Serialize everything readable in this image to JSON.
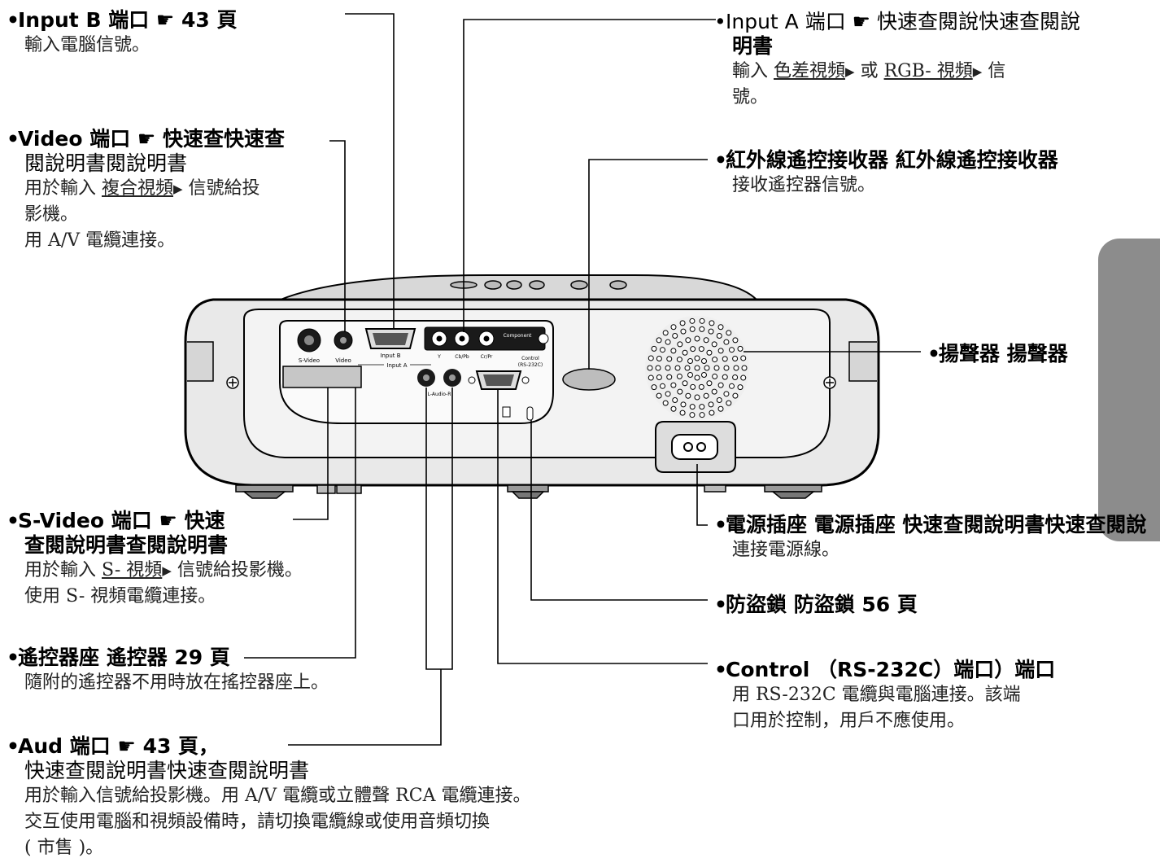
{
  "callouts": {
    "input_b": {
      "title": "Input B 端口 ☛ 43 頁",
      "lines": [
        "輸入電腦信號。"
      ]
    },
    "video": {
      "title_line1": "Video 端口 ☛ 快速查快速查",
      "title_line2": "閱說明書閱說明書",
      "line1_pre": "用於輸入 ",
      "line1_link": "複合視頻",
      "line1_post": " 信號給投",
      "line2": "影機。",
      "line3": "用 A/V 電纜連接。"
    },
    "s_video": {
      "title_line1": "S-Video 端口 ☛ 快速",
      "title_line2": "查閱說明書查閱說明書",
      "line1_pre": "用於輸入 ",
      "line1_link": "S- 視頻",
      "line1_post": " 信號給投影機。",
      "line2": "使用 S- 視頻電纜連接。"
    },
    "remote_holder": {
      "title": "遙控器座 遙控器 29 頁",
      "lines": [
        "隨附的遙控器不用時放在搖控器座上。"
      ]
    },
    "audio": {
      "title_line1": "Aud 端口 ☛ 43 頁，",
      "title_line2": "快速查閱說明書快速查閱說明書",
      "lines": [
        "用於輸入信號給投影機。用 A/V 電纜或立體聲 RCA 電纜連接。",
        "交互使用電腦和視頻設備時，請切換電纜線或使用音頻切換",
        "( 市售   )。"
      ]
    },
    "input_a": {
      "title_line1": "Input A 端口 ☛ 快速查閱說快速查閱說",
      "title_line2": "明書",
      "line1_pre": "輸入 ",
      "line1_link1": "色差視頻",
      "line1_mid": " 或 ",
      "line1_link2": "RGB- 視頻",
      "line1_post": " 信",
      "line2": "號。"
    },
    "ir_receiver": {
      "title": "紅外線遙控接收器 紅外線遙控接收器",
      "lines": [
        "接收遙控器信號。"
      ]
    },
    "speaker": {
      "title": "揚聲器 揚聲器"
    },
    "power_inlet": {
      "title": "電源插座 電源插座 快速查閱說明書快速查閱說",
      "lines": [
        "連接電源線。"
      ]
    },
    "security_lock": {
      "title": "防盜鎖 防盜鎖 56 頁"
    },
    "control": {
      "title": "Control （RS-232C）端口）端口",
      "lines": [
        "用 RS-232C 電纜與電腦連接。該端",
        "口用於控制，用戶不應使用。"
      ]
    },
    "bullet": "•",
    "link_arrow": "▶"
  },
  "panel_labels": {
    "s_video": "S-Video",
    "video": "Video",
    "input_b": "Input B",
    "input_a": "Input A",
    "component": "Component",
    "y": "Y",
    "cb_pb": "Cb/Pb",
    "cr_pr": "Cr/Pr",
    "control": "Control",
    "rs232c": "(RS-232C)",
    "l_audio_r": "L-Audio-R"
  },
  "colors": {
    "ink": "#111111",
    "body_fill": "#e9e9e9",
    "body_dark": "#cfcfcf",
    "panel": "#f6f6f6",
    "port_dark": "#1a1a1a",
    "side_tab": "#8c8c8c"
  }
}
